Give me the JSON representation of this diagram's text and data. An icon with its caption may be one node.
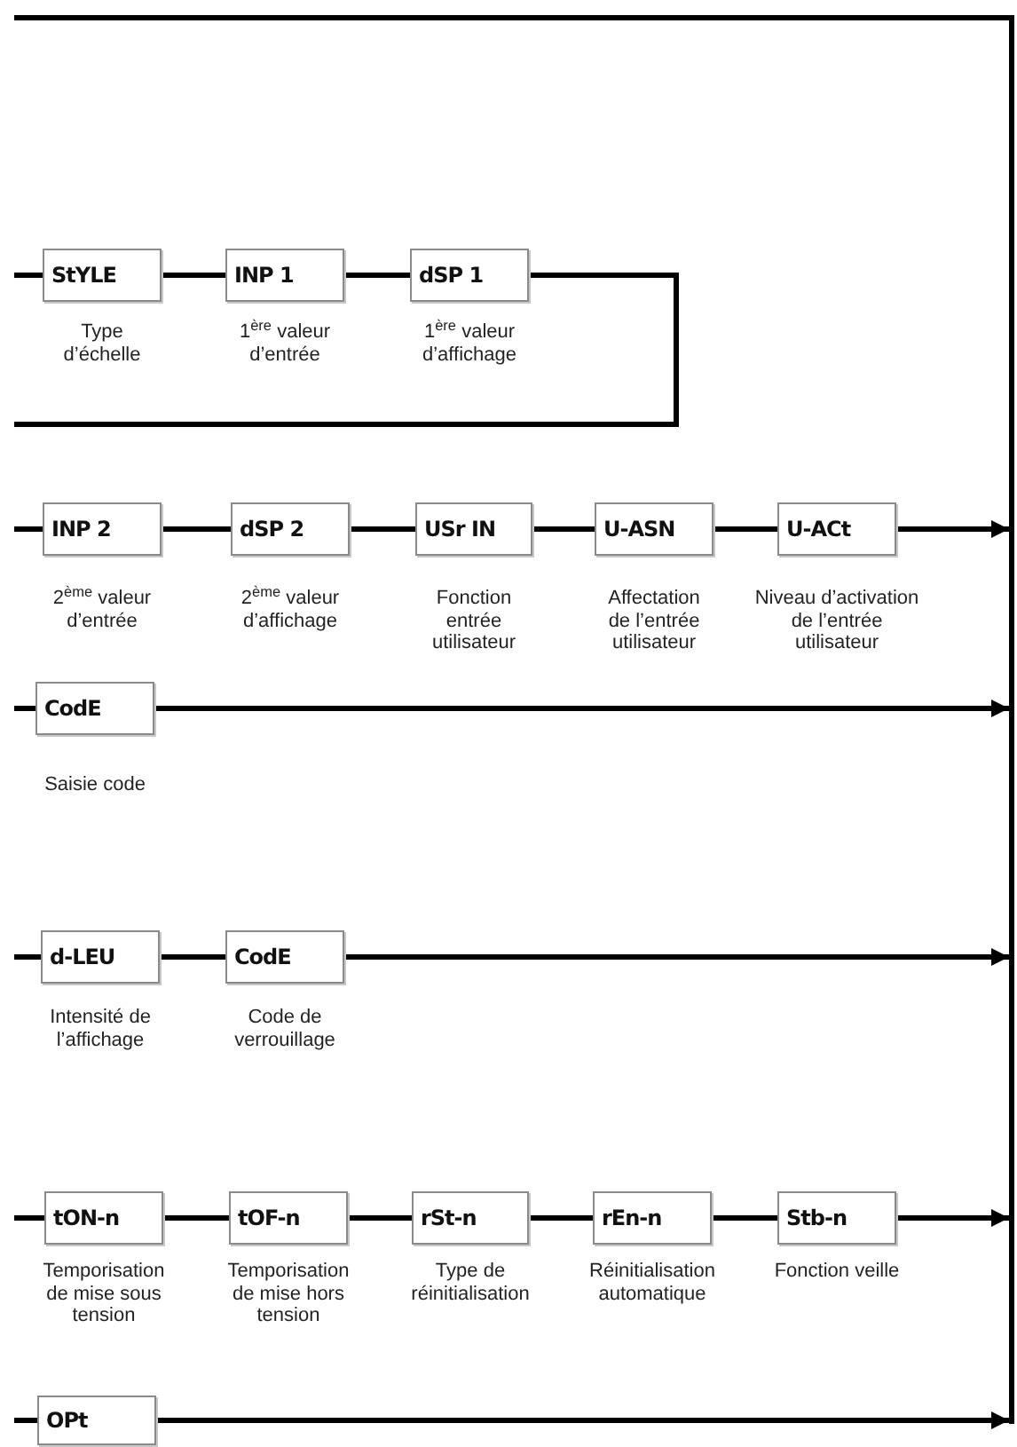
{
  "diagram": {
    "nodes": [
      {
        "text": [
          "StYLE"
        ],
        "beside": [
          "Type d’échelle"
        ]
      },
      {
        "text": [
          "INP 1"
        ],
        "beside": [
          "1$^{ère}$ valeur d’entrée"
        ]
      },
      {
        "text": [
          "dSP 1"
        ],
        "beside": [
          "1$^{ère}$ valeur d’affichage"
        ]
      },
      {
        "text": [
          "INP 2"
        ],
        "beside": [
          "2$^{ème}$ valeur d’entrée"
        ]
      },
      {
        "text": [
          "dSP 2"
        ],
        "beside": [
          "2$^{ème}$ valeur d’affichage"
        ]
      },
      {
        "text": [
          "USr IN"
        ],
        "beside": [
          "Fonction entrée utilisateur"
        ]
      },
      {
        "text": [
          "U-ASN"
        ],
        "beside": [
          "Affectation de l’entrée utilisateur"
        ]
      },
      {
        "text": [
          "U-ACt"
        ],
        "beside": [
          "Niveau d’activation de l’entrée utilisateur"
        ]
      },
      {
        "text": [
          "CodE"
        ],
        "beside": [
          "Saisie code"
        ]
      },
      {
        "text": [
          "d-LEU"
        ],
        "beside": [
          "Intensité de l’affichage"
        ]
      },
      {
        "text": [
          "CodE"
        ],
        "beside": [
          "Code de verrouillage"
        ]
      },
      {
        "text": [
          "tON-n"
        ],
        "beside": [
          "Temporisation de mise sous tension"
        ]
      },
      {
        "text": [
          "tOF-n"
        ],
        "beside": [
          "Temporisation de mise hors tension"
        ]
      },
      {
        "text": [
          "rSt-n"
        ],
        "beside": [
          "Type de réinitialisation"
        ]
      },
      {
        "text": [
          "rEn-n"
        ],
        "beside": [
          "Réinitialisation automatique"
        ]
      },
      {
        "text": [
          "Stb-n"
        ],
        "beside": [
          "Fonction veille"
        ]
      },
      {
        "text": [
          "OPt"
        ]
      }
    ],
    "edges": [
      {
        "from": null,
        "to": 0,
        "arrow": "none"
      },
      {
        "from": 0,
        "to": 1,
        "arrow": "none"
      },
      {
        "from": 1,
        "to": 2,
        "arrow": "none"
      },
      {
        "from": 2,
        "to": null,
        "arrow": "none"
      },
      {
        "from": null,
        "to": 3,
        "arrow": "none"
      },
      {
        "from": 3,
        "to": 4,
        "arrow": "none"
      },
      {
        "from": 4,
        "to": 5,
        "arrow": "none"
      },
      {
        "from": 5,
        "to": 6,
        "arrow": "none"
      },
      {
        "from": 6,
        "to": 7,
        "arrow": "none"
      },
      {
        "from": 7,
        "to": null,
        "arrow": "to"
      },
      {
        "from": null,
        "to": 8,
        "arrow": "none"
      },
      {
        "from": 8,
        "to": null,
        "arrow": "to"
      },
      {
        "from": null,
        "to": 9,
        "arrow": "none"
      },
      {
        "from": 9,
        "to": 10,
        "arrow": "none"
      },
      {
        "from": 10,
        "to": null,
        "arrow": "to"
      },
      {
        "from": null,
        "to": 11,
        "arrow": "none"
      },
      {
        "from": 11,
        "to": 12,
        "arrow": "none"
      },
      {
        "from": 12,
        "to": 13,
        "arrow": "none"
      },
      {
        "from": 13,
        "to": 14,
        "arrow": "none"
      },
      {
        "from": 14,
        "to": 15,
        "arrow": "none"
      },
      {
        "from": 15,
        "to": null,
        "arrow": "to"
      },
      {
        "from": null,
        "to": 16,
        "arrow": "none"
      },
      {
        "from": 16,
        "to": null,
        "arrow": "to"
      }
    ]
  }
}
